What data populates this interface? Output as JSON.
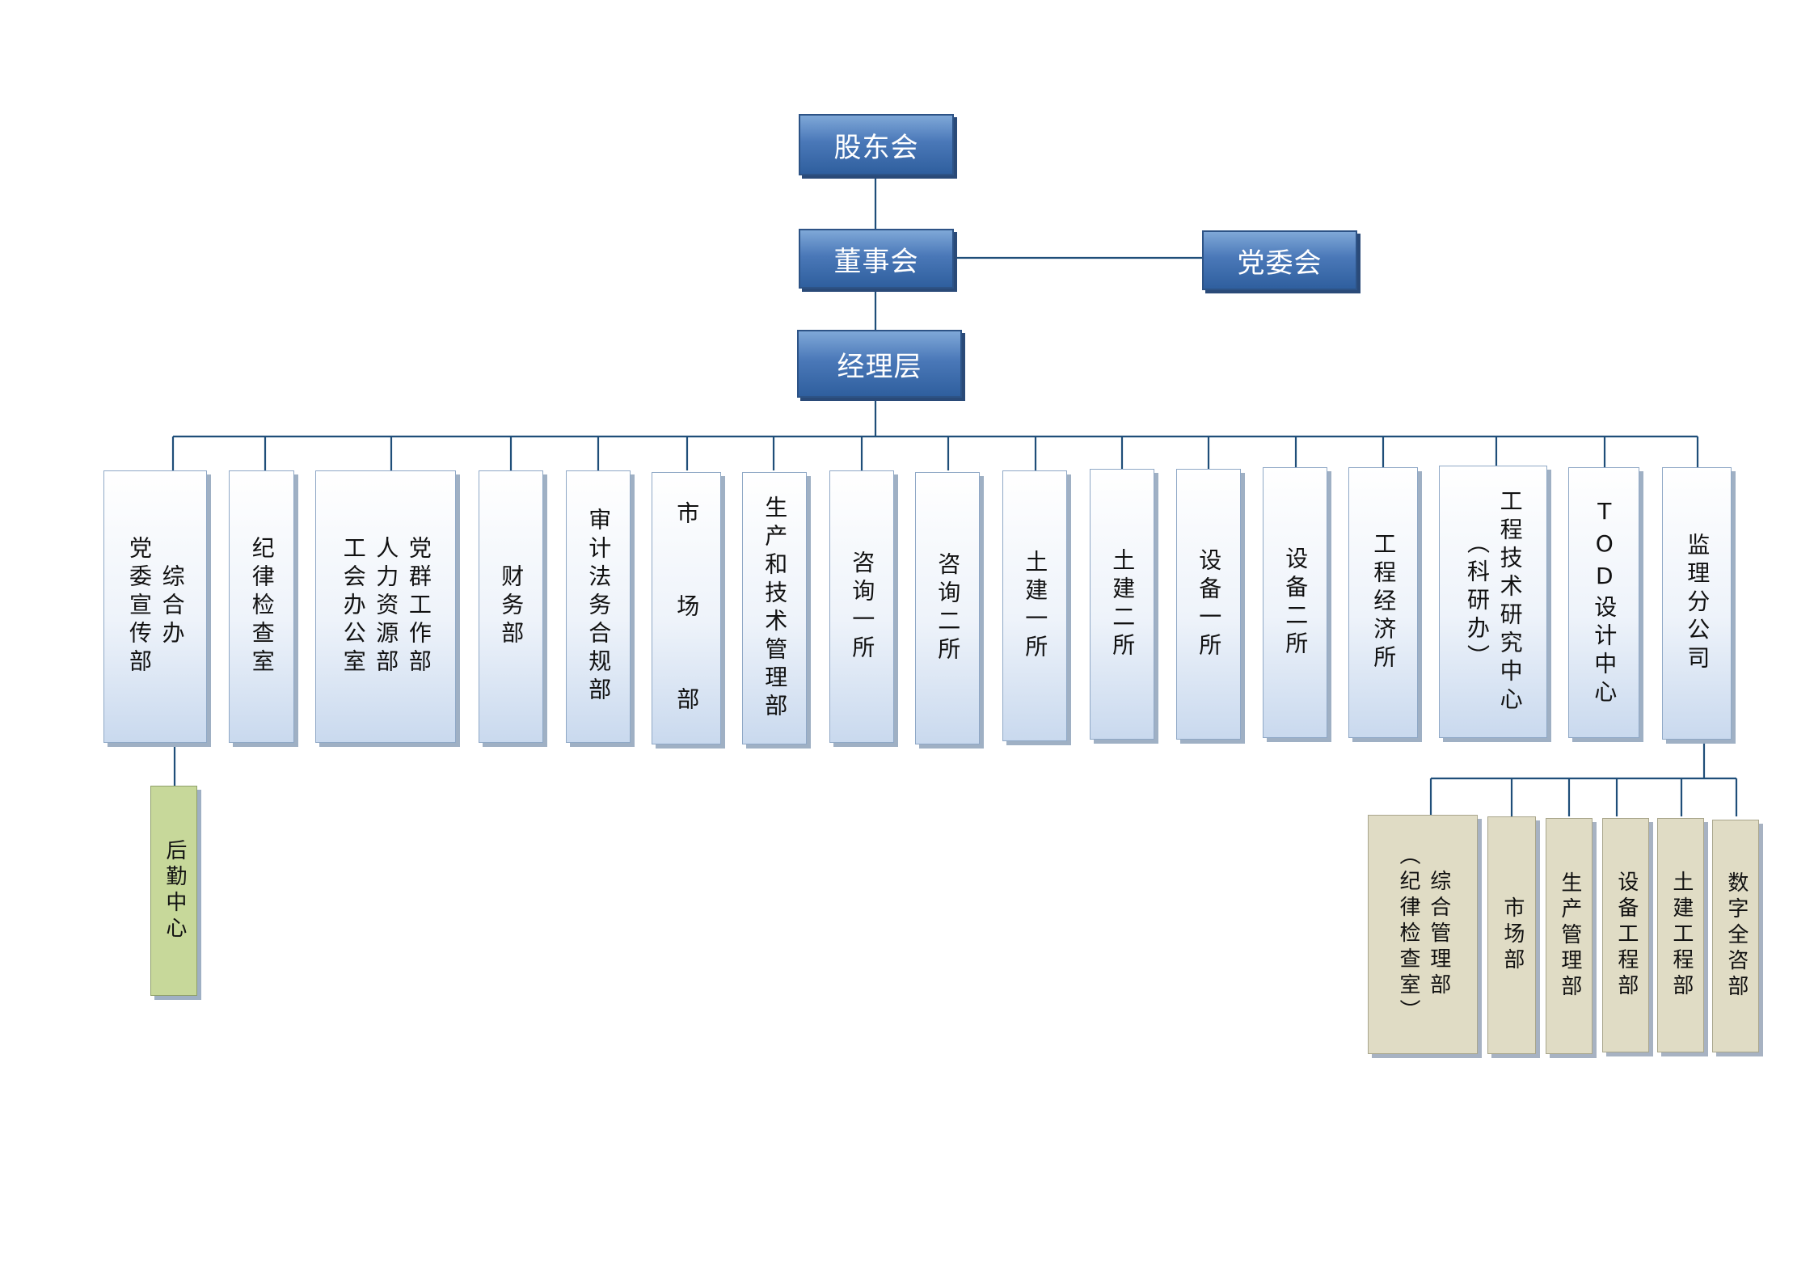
{
  "top": {
    "shareholders": "股东会",
    "board": "董事会",
    "party_committee": "党委会",
    "management": "经理层"
  },
  "departments": [
    "综合办\n党委宣传部",
    "纪律检查室",
    "党群工作部\n人力资源部\n工会办公室",
    "财务部",
    "审计法务合规部",
    "市  场  部",
    "生产和技术管理部",
    "咨询一所",
    "咨询二所",
    "土建一所",
    "土建二所",
    "设备一所",
    "设备二所",
    "工程经济所",
    "工程技术研究中心\n（科研办）",
    "TOD设计中心",
    "监理分公司"
  ],
  "logistics": "后勤中心",
  "branch_units": [
    "综合管理部\n（纪律检查室）",
    "市场部",
    "生产管理部",
    "设备工程部",
    "土建工程部",
    "数字全咨部"
  ],
  "colors": {
    "top_box": "#3f6cab",
    "dept_box_bottom": "#c9d9ee",
    "logistics_box": "#c7d89a",
    "branch_box": "#e0dcc5",
    "connector": "#1f4e79"
  }
}
